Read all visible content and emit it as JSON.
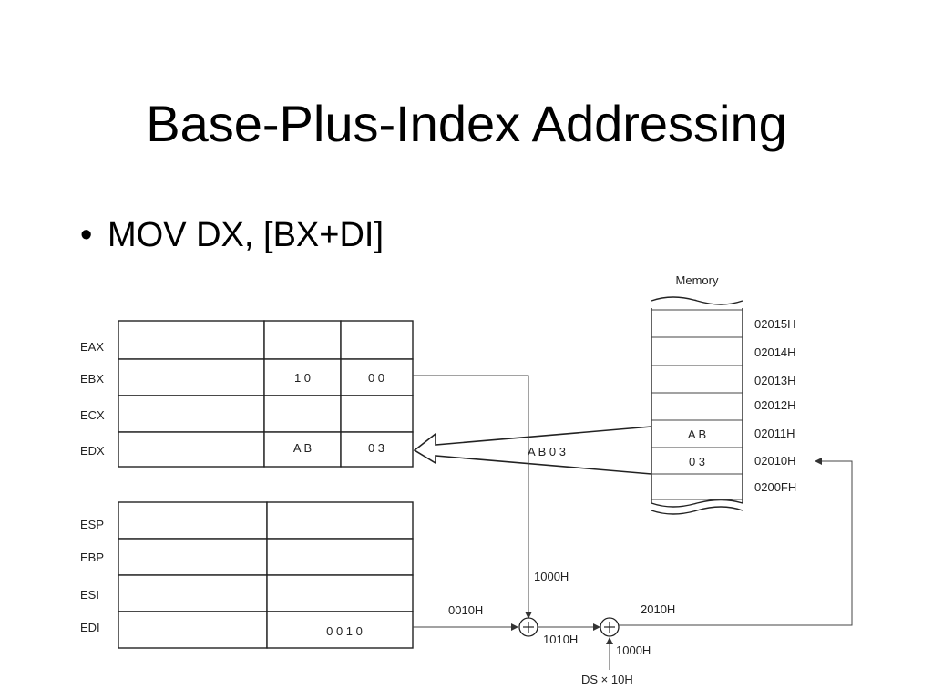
{
  "slide": {
    "title": "Base-Plus-Index Addressing",
    "bullet": "MOV DX, [BX+DI]"
  },
  "registers_upper": [
    {
      "name": "EAX",
      "high": "",
      "low": ""
    },
    {
      "name": "EBX",
      "high": "1 0",
      "low": "0 0"
    },
    {
      "name": "ECX",
      "high": "",
      "low": ""
    },
    {
      "name": "EDX",
      "high": "A B",
      "low": "0 3"
    }
  ],
  "registers_lower": [
    {
      "name": "ESP",
      "value": ""
    },
    {
      "name": "EBP",
      "value": ""
    },
    {
      "name": "ESI",
      "value": ""
    },
    {
      "name": "EDI",
      "value": "0 0 1 0"
    }
  ],
  "memory": {
    "title": "Memory",
    "addresses": [
      "02015H",
      "02014H",
      "02013H",
      "02012H",
      "02011H",
      "02010H",
      "0200FH"
    ],
    "contents": [
      "",
      "",
      "",
      "",
      "A B",
      "0 3",
      ""
    ]
  },
  "annotations": {
    "transfer": "A B 0 3",
    "bx_value": "1000H",
    "di_value": "0010H",
    "sum": "1010H",
    "address": "2010H",
    "ds_value": "1000H",
    "ds_label": "DS × 10H"
  },
  "colors": {
    "line": "#444444",
    "text": "#222222",
    "background": "#ffffff"
  }
}
